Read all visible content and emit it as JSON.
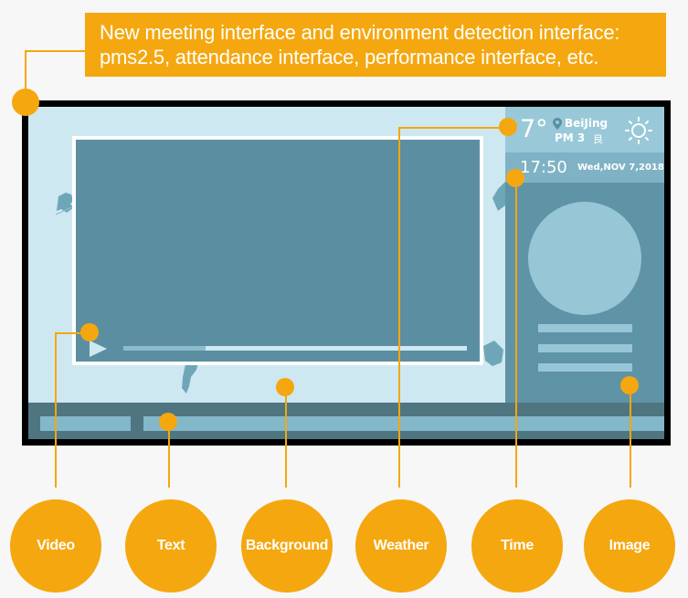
{
  "banner": {
    "line1": "New meeting interface and environment detection interface:",
    "line2": "pms2.5, attendance interface, performance interface, etc."
  },
  "screen": {
    "weather": {
      "temperature": "7°",
      "location_icon": "location-pin-icon",
      "city": "BeiJing",
      "pm": "PM 3",
      "quality": "良",
      "weather_icon": "sun-icon"
    },
    "time": {
      "clock": "17:50",
      "date": "Wed,NOV 7,2018"
    },
    "video": {
      "play_icon": "play-icon",
      "progress": 0.24
    }
  },
  "labels": [
    {
      "id": "video",
      "text": "Video"
    },
    {
      "id": "text",
      "text": "Text"
    },
    {
      "id": "background",
      "text": "Background"
    },
    {
      "id": "weather",
      "text": "Weather"
    },
    {
      "id": "time",
      "text": "Time"
    },
    {
      "id": "image",
      "text": "Image"
    }
  ],
  "colors": {
    "accent": "#f5a70f",
    "screen_bg": "#cde8f1",
    "panel": "#5c8ea1",
    "footer": "#4f7581"
  }
}
